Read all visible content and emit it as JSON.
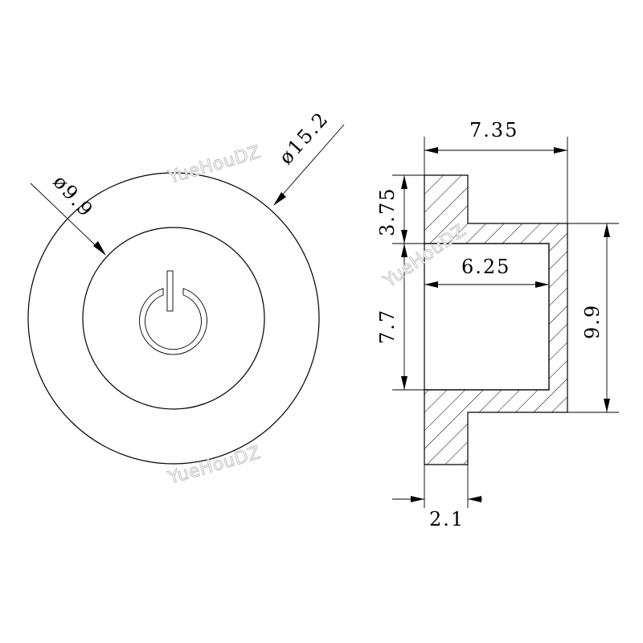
{
  "front_view": {
    "outer_diameter_label": "ø15.2",
    "inner_diameter_label": "ø9.9"
  },
  "section_view": {
    "overall_length_label": "7.35",
    "flange_height_label": "3.75",
    "bore_label": "6.25",
    "inner_height_label": "7.7",
    "outer_height_label": "9.9",
    "flange_thickness_label": "2.1"
  },
  "watermarks": [
    "YueHouDZ",
    "YueHouDZ",
    "YueHouDZ"
  ]
}
